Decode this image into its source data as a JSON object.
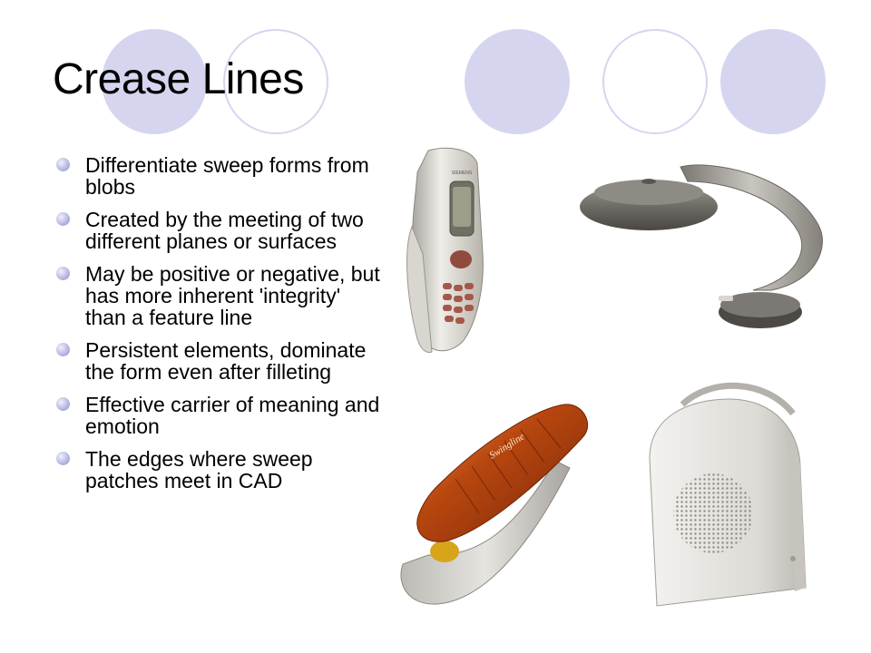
{
  "slide": {
    "title": "Crease Lines",
    "bullets": [
      {
        "text": "Differentiate sweep forms from blobs"
      },
      {
        "text": "Created by the meeting of two different planes or surfaces"
      },
      {
        "text": "May be positive or negative, but has more inherent 'integrity' than a feature line"
      },
      {
        "text": "Persistent elements, dominate the form even after filleting"
      },
      {
        "text": "Effective carrier of meaning and emotion"
      },
      {
        "text": "The edges where sweep patches meet in CAD"
      }
    ],
    "products": {
      "phone": {
        "brand_mark": "SIEMENS"
      },
      "stapler": {
        "brand_mark": "Swingline"
      }
    }
  },
  "colors": {
    "circle": "#d5d5ef",
    "bullet": "#b9b9e3",
    "text": "#000000"
  }
}
